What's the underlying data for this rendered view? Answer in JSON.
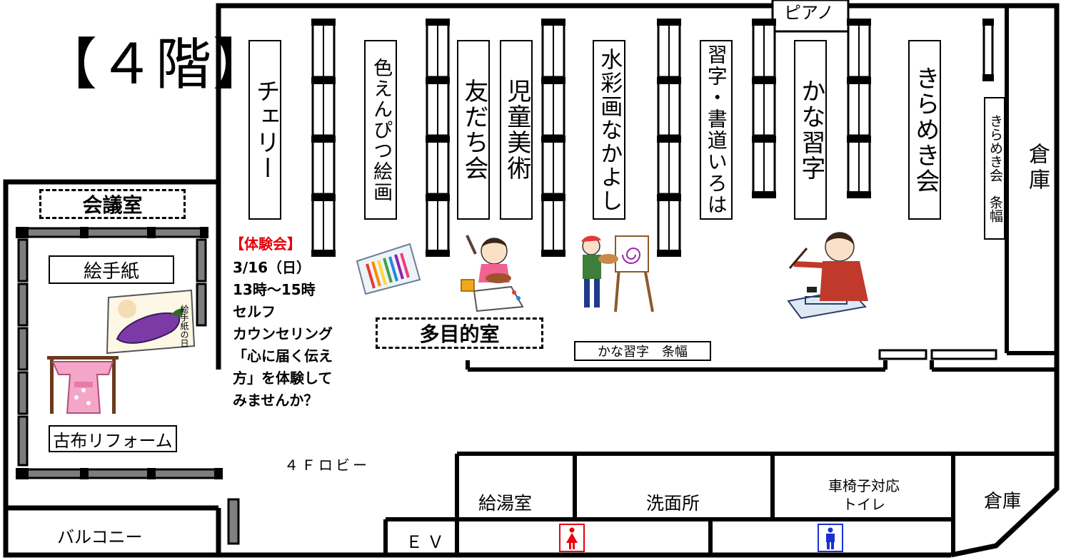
{
  "floor_title": "【４階】",
  "top_partial_label": "ピアノ",
  "rooms": {
    "meeting_room": "会議室",
    "multipurpose_room": "多目的室",
    "lobby": "４Ｆロビー",
    "balcony": "バルコニー",
    "ev": "ＥＶ",
    "kitchenette": "給湯室",
    "washroom": "洗面所",
    "accessible_toilet": "車椅子対応\nトイレ",
    "storage_right": "倉庫",
    "storage_bottom": "倉庫"
  },
  "exhibits": {
    "cherry": "チェリー",
    "colored_pencil": "色えんぴつ絵画",
    "tomodachi": "友だち会",
    "jido_bijutsu": "児童美術",
    "suisai": "水彩画なかよし",
    "shuji_iroha": "習字・書道いろは",
    "kana_shuji": "かな習字",
    "kirameki": "きらめき会",
    "kirameki_jofuku": "きらめき会　条幅",
    "kana_jofuku": "かな習字　条幅",
    "etegami": "絵手紙",
    "kofu_reform": "古布リフォーム"
  },
  "notice": {
    "heading": "【体験会】",
    "lines": [
      "3/16（日）",
      "13時～15時",
      "セルフ",
      "カウンセリング",
      "「心に届く伝え",
      "方」を体験して",
      "みませんか？"
    ]
  },
  "etegami_card_text": "絵手紙の日",
  "icons": [
    "female-toilet-icon",
    "male-toilet-icon",
    "colored-pencils-icon",
    "painting-girl-icon",
    "painter-easel-icon",
    "calligraphy-girl-icon",
    "kimono-icon",
    "eggplant-card-icon"
  ],
  "colors": {
    "accent_red": "#e8000b",
    "male_blue": "#1a2fd8",
    "female_red": "#e8000b",
    "wall": "#000000",
    "partition_gray": "#808080"
  }
}
